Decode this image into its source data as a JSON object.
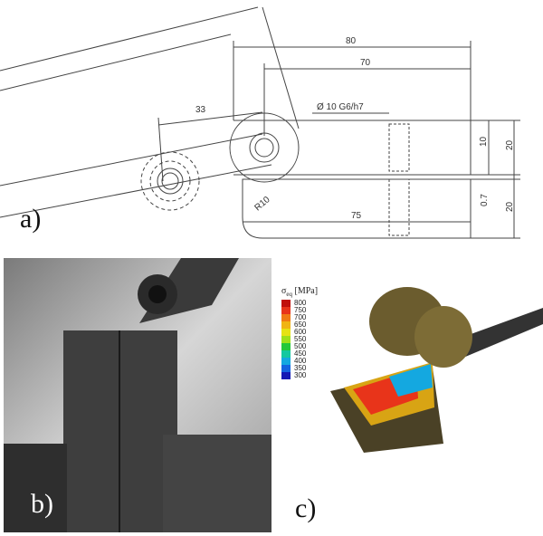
{
  "panels": {
    "a": "a)",
    "b": "b)",
    "c": "c)"
  },
  "drawing": {
    "dim_80": "80",
    "dim_70": "70",
    "dim_33": "33",
    "dim_bore": "Ø 10 G6/h7",
    "dim_10": "10",
    "dim_20_top": "20",
    "dim_07": "0.7",
    "dim_20_bottom": "20",
    "dim_r10": "R10",
    "dim_75": "75"
  },
  "legend": {
    "title": "σ",
    "subscript": "eq",
    "unit": "[MPa]",
    "entries": [
      {
        "value": "800",
        "color": "#c0100c"
      },
      {
        "value": "750",
        "color": "#e8341a"
      },
      {
        "value": "700",
        "color": "#f07a14"
      },
      {
        "value": "650",
        "color": "#f0b414"
      },
      {
        "value": "600",
        "color": "#e6e214"
      },
      {
        "value": "550",
        "color": "#9ee01a"
      },
      {
        "value": "500",
        "color": "#22c83a"
      },
      {
        "value": "450",
        "color": "#14c8a0"
      },
      {
        "value": "400",
        "color": "#14a8e0"
      },
      {
        "value": "350",
        "color": "#1464e0"
      },
      {
        "value": "300",
        "color": "#1418b4"
      }
    ]
  }
}
